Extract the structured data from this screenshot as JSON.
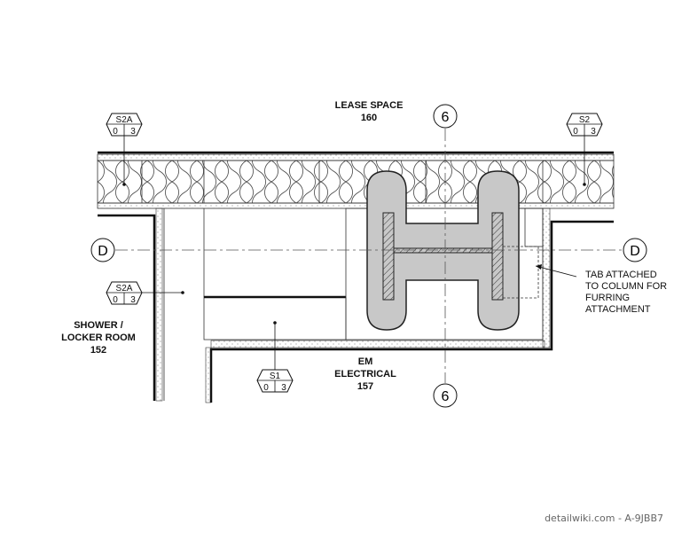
{
  "rooms": {
    "lease_space": {
      "name": "LEASE SPACE",
      "number": "160"
    },
    "shower": {
      "name_line1": "SHOWER /",
      "name_line2": "LOCKER ROOM",
      "number": "152"
    },
    "electrical": {
      "name_line1": "EM",
      "name_line2": "ELECTRICAL",
      "number": "157"
    }
  },
  "grid": {
    "vertical_label": "6",
    "horizontal_label": "D"
  },
  "tags": {
    "s2a_top": {
      "type": "S2A",
      "left": "0",
      "right": "3"
    },
    "s2_top": {
      "type": "S2",
      "left": "0",
      "right": "3"
    },
    "s2a_mid": {
      "type": "S2A",
      "left": "0",
      "right": "3"
    },
    "s1": {
      "type": "S1",
      "left": "0",
      "right": "3"
    }
  },
  "note": {
    "line1": "TAB ATTACHED",
    "line2": "TO COLUMN FOR",
    "line3": "FURRING",
    "line4": "ATTACHMENT"
  },
  "watermark": "detailwiki.com - A-9JBB7"
}
